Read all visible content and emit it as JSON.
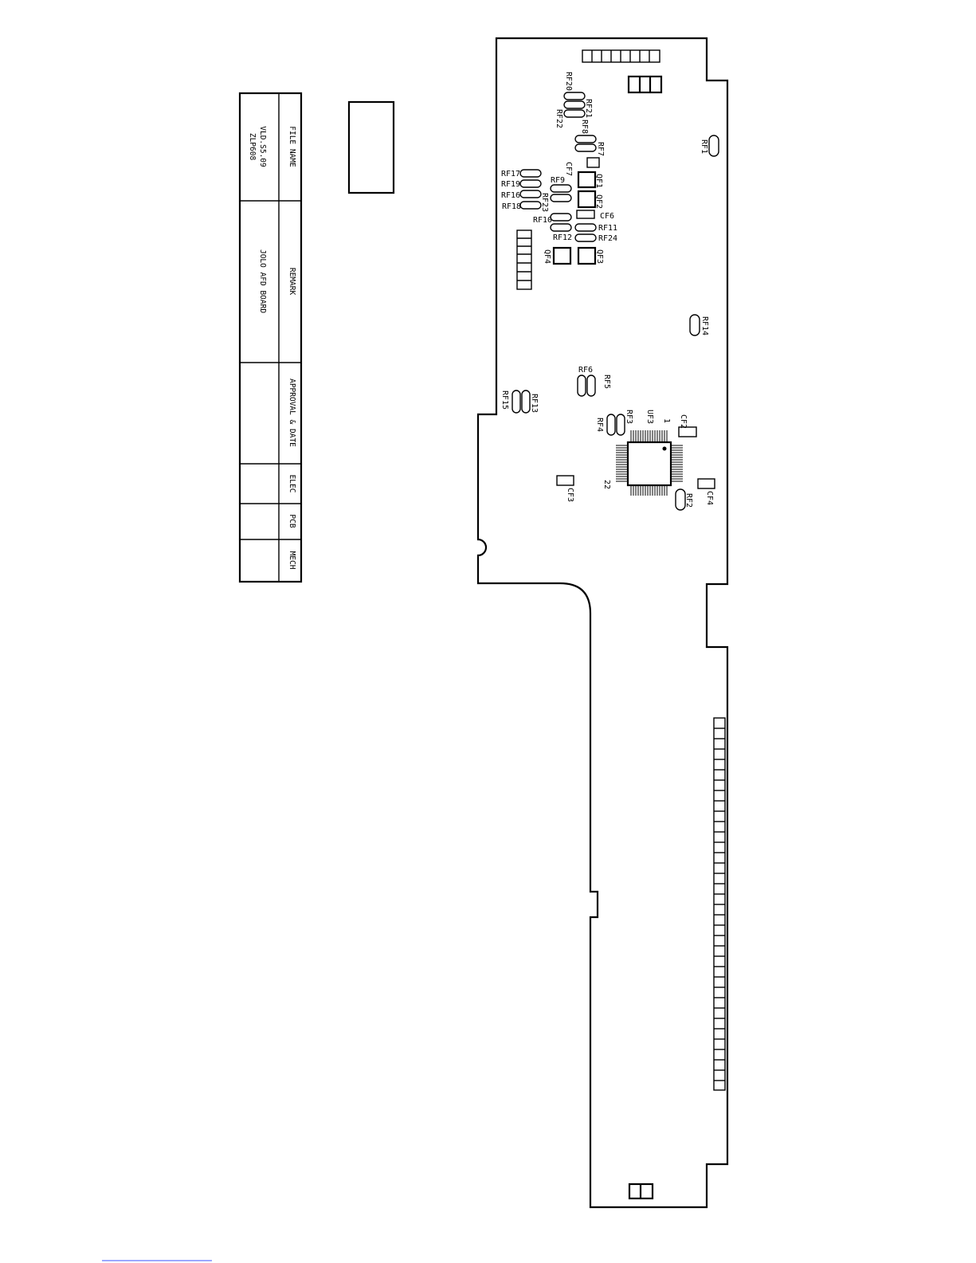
{
  "title_block": {
    "file_name_label": "FILE NAME",
    "file_name_value_1": "ZLP608",
    "file_name_value_2": "VLD.S5.09",
    "remark_label": "REMARK",
    "remark_value": "JOLO AFD BOARD",
    "approval_label": "APPROVAL & DATE",
    "elec_label": "ELEC",
    "pcb_label": "PCB",
    "mech_label": "MECH"
  },
  "components": {
    "RF20": "RF20",
    "RF21": "RF21",
    "RF22": "RF22",
    "RF8": "RF8",
    "RF7": "RF7",
    "RF1": "RF1",
    "CF7": "CF7",
    "QF1": "QF1",
    "QF2": "QF2",
    "RF17": "RF17",
    "RF19": "RF19",
    "RF16": "RF16",
    "RF18": "RF18",
    "RF9": "RF9",
    "RF23": "RF23",
    "RF10": "RF10",
    "CF6": "CF6",
    "RF11": "RF11",
    "RF24": "RF24",
    "RF12": "RF12",
    "QF4": "QF4",
    "QF3": "QF3",
    "RF14": "RF14",
    "RF6": "RF6",
    "RF5": "RF5",
    "RF15": "RF15",
    "RF13": "RF13",
    "RF3": "RF3",
    "RF4": "RF4",
    "UF3": "UF3",
    "pin1": "1",
    "pin22": "22",
    "CF2": "CF2",
    "CF3": "CF3",
    "CF4": "CF4",
    "RF2": "RF2"
  }
}
